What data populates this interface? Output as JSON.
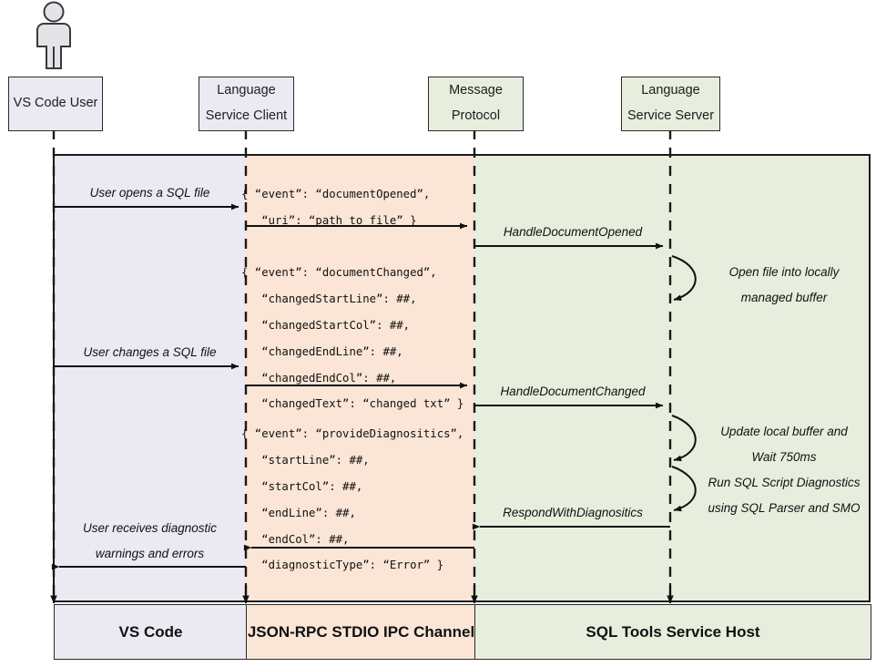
{
  "diagram": {
    "title": "SQL Tools Service language protocol sequence",
    "colors": {
      "client_band": "#ebe9f2",
      "ipc_band": "#fbe5d6",
      "server_band": "#e8eede",
      "stroke": "#2b2b2b"
    }
  },
  "actor": {
    "icon": "person-icon",
    "label": "VS Code User"
  },
  "lifelines": [
    {
      "id": "vs-code-user",
      "lines": [
        "VS Code User"
      ],
      "tone": "purple"
    },
    {
      "id": "language-service-client",
      "lines": [
        "Language",
        "Service Client"
      ],
      "tone": "purple"
    },
    {
      "id": "message-protocol",
      "lines": [
        "Message",
        "Protocol"
      ],
      "tone": "green"
    },
    {
      "id": "language-service-server",
      "lines": [
        "Language",
        "Service Server"
      ],
      "tone": "green"
    }
  ],
  "user_messages": [
    {
      "id": "user-opens",
      "text": "User opens a SQL file"
    },
    {
      "id": "user-changes",
      "text": "User changes a SQL file"
    },
    {
      "id": "user-receives",
      "text": "User receives diagnostic\nwarnings and errors"
    }
  ],
  "protocol_messages": [
    {
      "id": "handle-document-opened",
      "text": "HandleDocumentOpened"
    },
    {
      "id": "handle-document-changed",
      "text": "HandleDocumentChanged"
    },
    {
      "id": "respond-with-diagnositics",
      "text": "RespondWithDiagnositics"
    }
  ],
  "server_notes": [
    {
      "id": "open-file-note",
      "text": "Open file into locally\nmanaged buffer"
    },
    {
      "id": "update-buffer-note",
      "text": "Update local buffer and\nWait 750ms"
    },
    {
      "id": "run-diagnostics-note",
      "text": "Run SQL Script Diagnostics\nusing SQL Parser and SMO"
    }
  ],
  "json_payloads": [
    {
      "id": "document-opened-payload",
      "text": "{ “event”: “documentOpened”,\n   “uri”: “path_to_file” }"
    },
    {
      "id": "document-changed-payload",
      "text": "{ “event”: “documentChanged”,\n   “changedStartLine”: ##,\n   “changedStartCol”: ##,\n   “changedEndLine”: ##,\n   “changedEndCol”: ##,\n   “changedText”: “changed txt” }"
    },
    {
      "id": "provide-diagnositics-payload",
      "text": "{ “event”: “provideDiagnositics”,\n   “startLine”: ##,\n   “startCol”: ##,\n   “endLine”: ##,\n   “endCol”: ##,\n   “diagnosticType”: “Error” }"
    }
  ],
  "footer": [
    {
      "id": "footer-vs-code",
      "label": "VS Code",
      "tone": "purple"
    },
    {
      "id": "footer-ipc",
      "label": "JSON-RPC STDIO IPC Channel",
      "tone": "peach"
    },
    {
      "id": "footer-host",
      "label": "SQL Tools Service Host",
      "tone": "green"
    }
  ]
}
